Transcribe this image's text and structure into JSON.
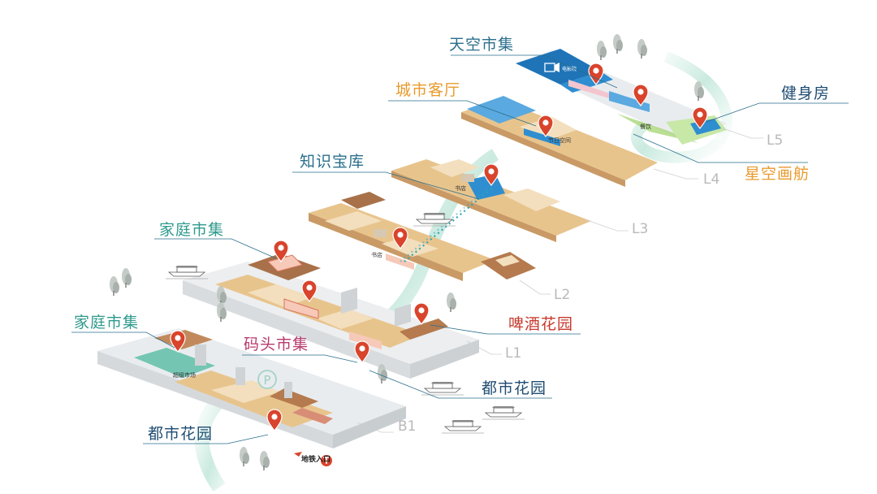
{
  "zones": {
    "sky_market": "天空市集",
    "city_living_room": "城市客厅",
    "gym": "健身房",
    "star_boat": "星空画舫",
    "knowledge_treasury": "知识宝库",
    "family_market_l2": "家庭市集",
    "family_market_b1": "家庭市集",
    "beer_garden": "啤酒花园",
    "dock_market": "码头市集",
    "urban_garden_l1": "都市花园",
    "urban_garden_b1": "都市花园"
  },
  "floors": {
    "l5": "L5",
    "l4": "L4",
    "l3": "L3",
    "l2": "L2",
    "l1": "L1",
    "b1": "B1"
  },
  "small_labels": {
    "cinema": "电影院",
    "dining": "餐饮",
    "gym_small": "健身房",
    "festival_space": "节日空间",
    "bookstore_l3": "书店",
    "bookstore_l2": "书店",
    "supermarket": "超级市场",
    "parking": "P",
    "metro_entrance": "地铁入口"
  },
  "colors": {
    "accent_blue": "#2a6f8c",
    "accent_orange": "#e99a2c",
    "accent_teal": "#2f9a8c",
    "accent_magenta": "#b73a6d",
    "pin_red": "#d9442c",
    "floor_tan": "#e8c48d",
    "floor_dark": "#a8714a",
    "sky_blue": "#1f74b8",
    "light_blue": "#5aa9e0",
    "green_zone": "#a9d77a",
    "connector_teal": "#2aa7b8"
  },
  "icons": [
    "map-pin-icon",
    "cinema-icon",
    "parking-icon",
    "metro-icon",
    "boat-illustration",
    "tree-illustration"
  ]
}
